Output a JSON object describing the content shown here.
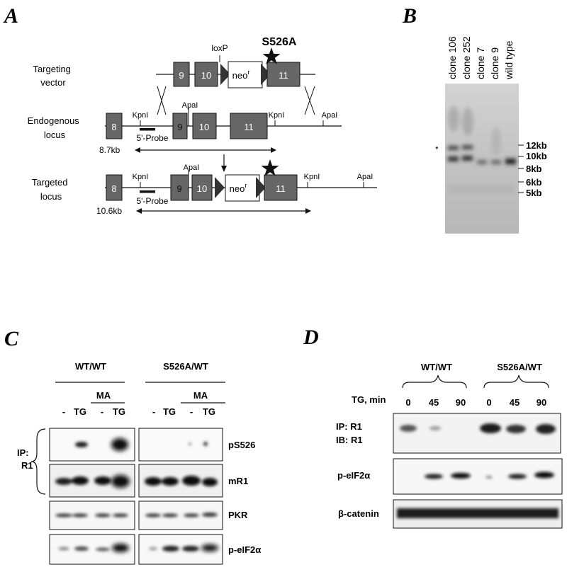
{
  "panels": {
    "A": {
      "letter": "A",
      "mutation": "S526A",
      "loxp": "loxP",
      "rows": {
        "targeting": {
          "label_lines": [
            "Targeting",
            "vector"
          ]
        },
        "endogenous": {
          "label_lines": [
            "Endogenous",
            "locus"
          ]
        },
        "targeted": {
          "label_lines": [
            "Targeted",
            "locus"
          ]
        }
      },
      "exons": {
        "e8": "8",
        "e9": "9",
        "e10": "10",
        "e11": "11"
      },
      "neo": "neo",
      "neo_sup": "r",
      "sites": {
        "kpn": "KpnI",
        "apa": "ApaI"
      },
      "probe": "5'-Probe",
      "sizes": {
        "endogenous": "8.7kb",
        "targeted": "10.6kb"
      }
    },
    "B": {
      "letter": "B",
      "lanes": [
        "clone 106",
        "clone 252",
        "clone 7",
        "clone 9",
        "wild type"
      ],
      "markers": [
        "12kb",
        "10kb",
        "8kb",
        "6kb",
        "5kb"
      ],
      "asterisk": "*"
    },
    "C": {
      "letter": "C",
      "groups": [
        "WT/WT",
        "S526A/WT"
      ],
      "treatment": "MA",
      "lane_labels": [
        "-",
        "TG",
        "-",
        "TG"
      ],
      "ip_label_lines": [
        "IP:",
        "R1"
      ],
      "blots": [
        "pS526",
        "mR1",
        "PKR",
        "p-eIF2α"
      ]
    },
    "D": {
      "letter": "D",
      "groups": [
        "WT/WT",
        "S526A/WT"
      ],
      "time_label": "TG, min",
      "times": [
        "0",
        "45",
        "90",
        "0",
        "45",
        "90"
      ],
      "blot1_lines": [
        "IP: R1",
        "IB: R1"
      ],
      "blot2": "p-eIF2α",
      "blot3": "β-catenin"
    }
  }
}
